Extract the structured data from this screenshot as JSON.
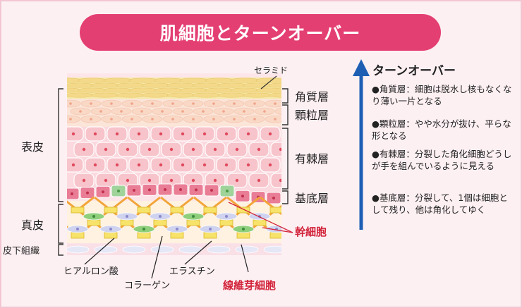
{
  "title": "肌細胞とターンオーバー",
  "labels": {
    "ceramide": "セラミド",
    "layer_horny": "角質層",
    "layer_granular": "顆粒層",
    "layer_spinous": "有棘層",
    "layer_basal": "基底層",
    "epidermis": "表皮",
    "dermis": "真皮",
    "subcutis": "皮下組織",
    "stem_cell": "幹細胞",
    "hyaluronic": "ヒアルロン酸",
    "collagen": "コラーゲン",
    "elastin": "エラスチン",
    "fibroblast": "線維芽細胞"
  },
  "sidebar": {
    "title": "ターンオーバー",
    "notes": [
      "●角質層：細胞は脱水し核もなくなり薄い一片となる",
      "●顆粒層：やや水分が抜け、平らな形となる",
      "●有棘層：分裂した角化細胞どうしが手を組んでいるように見える",
      "●基底層：分裂して、1個は細胞として残り、他は角化してゆく"
    ]
  },
  "colors": {
    "banner": "#e43f73",
    "arrow": "#1e5fb4",
    "stem_label": "#d2233a",
    "fibroblast_label": "#d2233a"
  }
}
